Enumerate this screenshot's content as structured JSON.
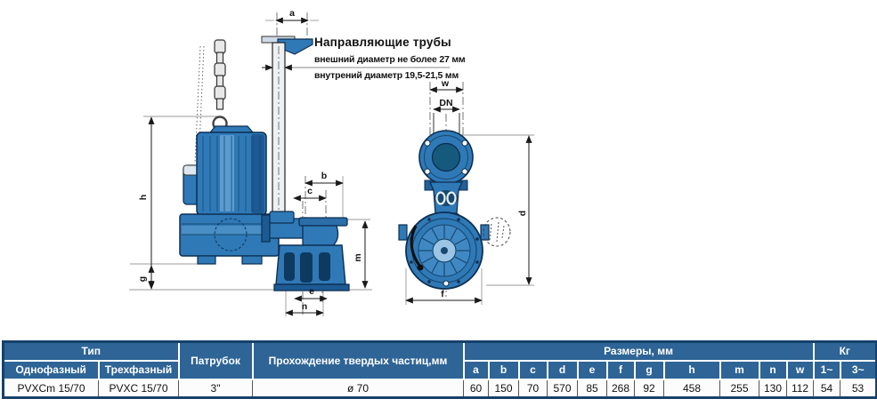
{
  "diagram": {
    "annotation": {
      "title": "Направляющие трубы",
      "line1": "внешний диаметр не более 27 мм",
      "line2": "внутрений диаметр 19,5-21,5 мм"
    },
    "dims": {
      "a": "a",
      "b": "b",
      "c": "c",
      "d": "d",
      "e": "e",
      "f": "f",
      "g": "g",
      "h": "h",
      "m": "m",
      "n": "n",
      "w": "w",
      "dn": "DN"
    },
    "colors": {
      "pump_blue": "#2f79b7",
      "pump_dark_blue": "#1d5a94",
      "pump_light_blue": "#9cc4e4",
      "outline_navy": "#0d2f52",
      "bore_teal": "#155a7d"
    }
  },
  "table": {
    "colors": {
      "header_bg": "#2e6496",
      "header_text": "#ffffff",
      "outer_border": "#16416b",
      "row_bg": "#fcfcfc",
      "row_text": "#111111"
    },
    "header": {
      "type_group": "Тип",
      "single_phase": "Однофазный",
      "three_phase": "Трехфазный",
      "branch": "Патрубок",
      "solids": "Прохождение твердых частиц,мм",
      "sizes_group": "Размеры, мм",
      "weight_group": "Кг",
      "size_cols": [
        "a",
        "b",
        "c",
        "d",
        "e",
        "f",
        "g",
        "h",
        "m",
        "n",
        "w"
      ],
      "weight_cols": [
        "1~",
        "3~"
      ]
    },
    "row": {
      "single_phase_model": "PVXCm 15/70",
      "three_phase_model": "PVXC 15/70",
      "branch": "3\"",
      "solids": "ø 70",
      "sizes": [
        "60",
        "150",
        "70",
        "570",
        "85",
        "268",
        "92",
        "458",
        "255",
        "130",
        "112"
      ],
      "weights": [
        "54",
        "53"
      ]
    }
  }
}
